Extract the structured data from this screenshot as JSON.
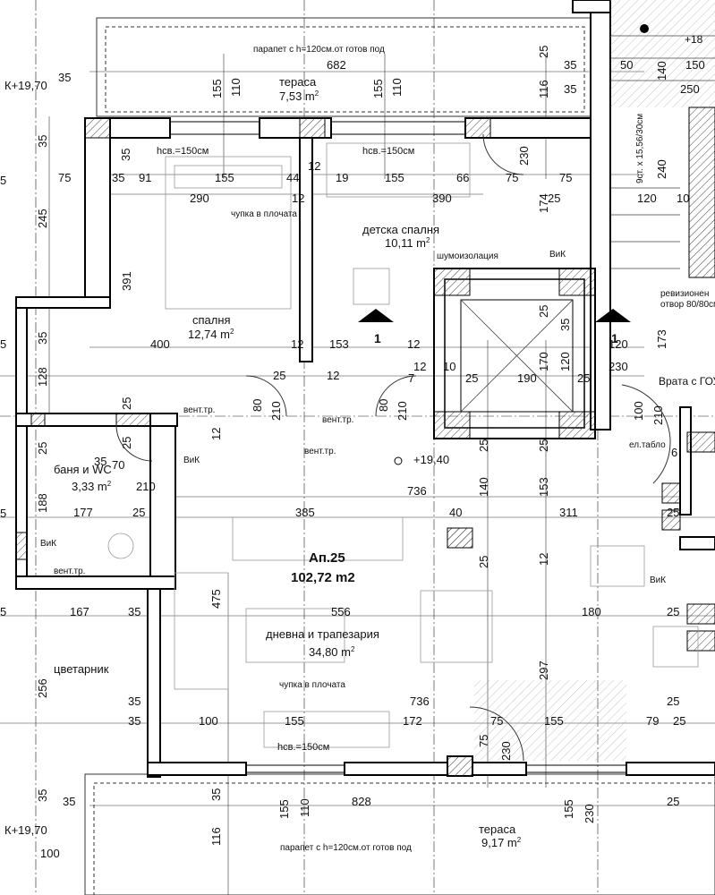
{
  "apartment": {
    "name": "Ап.25",
    "area": "102,72 m2",
    "level": "+19,40"
  },
  "rooms": {
    "terrace_top": {
      "name": "тераса",
      "area": "7,53 m",
      "sup": "2"
    },
    "bedroom": {
      "name": "спалня",
      "area": "12,74 m",
      "sup": "2"
    },
    "kids_bedroom": {
      "name": "детска спалня",
      "area": "10,11 m",
      "sup": "2"
    },
    "bathroom": {
      "name": "баня и WC",
      "area": "3,33 m",
      "sup": "2"
    },
    "living": {
      "name": "дневна и трапезария",
      "area": "34,80 m",
      "sup": "2"
    },
    "flowerbed": {
      "name": "цветарник"
    },
    "terrace_bottom": {
      "name": "тераса",
      "area": "9,17 m",
      "sup": "2"
    }
  },
  "notes": {
    "parapet_top": "парапет с h=120см.от готов под",
    "parapet_bottom": "парапет с h=120см.от готов под",
    "hsv_1": "hсв.=150см",
    "hsv_2": "hсв.=150см",
    "hsv_3": "hсв.=150см",
    "chupka_1": "чупка в плочата",
    "chupka_2": "чупка в плочата",
    "shumoizolacia": "шумоизолация",
    "revizionen": "ревизионен",
    "otvor": "отвор 80/80см",
    "vrata": "Врата с ГОУ",
    "el_tablo": "ел.табло",
    "vent_1": "вент.тр.",
    "vent_2": "вент.тр.",
    "vent_3": "вент.тр.",
    "vent_4": "вент.тр.",
    "vik_1": "ВиК",
    "vik_2": "ВиК",
    "vik_3": "ВиК",
    "vik_4": "ВиК",
    "level_left_top": "К+19,70",
    "level_left_bottom": "К+19,70",
    "level_stair": "+18",
    "stairs": "9ст. х 15,56/30см",
    "section_mark": "1"
  },
  "dims": {
    "d682": "682",
    "d35a": "35",
    "d25a": "25",
    "d155a": "155",
    "d110a": "110",
    "d155b": "155",
    "d110b": "110",
    "d116": "116",
    "d35b": "35",
    "d50": "50",
    "d140": "140",
    "d150": "150",
    "d250": "250",
    "d230a": "230",
    "d240": "240",
    "d75a": "75",
    "d35c": "35",
    "d91": "91",
    "d155c": "155",
    "d44": "44",
    "d19": "19",
    "d155d": "155",
    "d66": "66",
    "d75b": "75",
    "d75c": "75",
    "d120": "120",
    "d10": "10",
    "d290": "290",
    "d12a": "12",
    "d390": "390",
    "d174": "174",
    "d25b": "25",
    "d245": "245",
    "d35d": "35",
    "d391": "391",
    "d35e": "35",
    "d400": "400",
    "d12b": "12",
    "d153a": "153",
    "d12c": "12",
    "d128": "128",
    "d25c": "25",
    "d12d": "12",
    "d12e": "12",
    "d10b": "10",
    "d25d": "25",
    "d190": "190",
    "d170": "170",
    "d120b": "120",
    "d173": "173",
    "d230b": "230",
    "d80a": "80",
    "d210a": "210",
    "d80b": "80",
    "d210b": "210",
    "d12f": "12",
    "d7": "7",
    "d25e": "25",
    "d100": "100",
    "d210c": "210",
    "d6": "6",
    "d35f": "35",
    "d25f": "25",
    "d70": "70",
    "d210d": "210",
    "d188": "188",
    "d177": "177",
    "d25g": "25",
    "d736a": "736",
    "d140b": "140",
    "d153b": "153",
    "d385": "385",
    "d40": "40",
    "d311": "311",
    "d25h": "25",
    "d12g": "12",
    "d475": "475",
    "d167": "167",
    "d35g": "35",
    "d556": "556",
    "d180": "180",
    "d25i": "25",
    "d256": "256",
    "d297": "297",
    "d35h": "35",
    "d736b": "736",
    "d25j": "25",
    "d35i": "35",
    "d100b": "100",
    "d155e": "155",
    "d172": "172",
    "d75d": "75",
    "d155f": "155",
    "d79": "79",
    "d25k": "25",
    "d75e": "75",
    "d230c": "230",
    "d35j": "35",
    "d828": "828",
    "d155g": "155",
    "d110c": "110",
    "d155h": "155",
    "d230d": "230",
    "d25l": "25",
    "d35k": "35",
    "d116b": "116",
    "d100c": "100",
    "d5a": "5",
    "d5b": "5",
    "d5c": "5",
    "d5d": "5",
    "d25m": "25",
    "d35l": "35",
    "d35m": "35",
    "d25n": "25"
  }
}
